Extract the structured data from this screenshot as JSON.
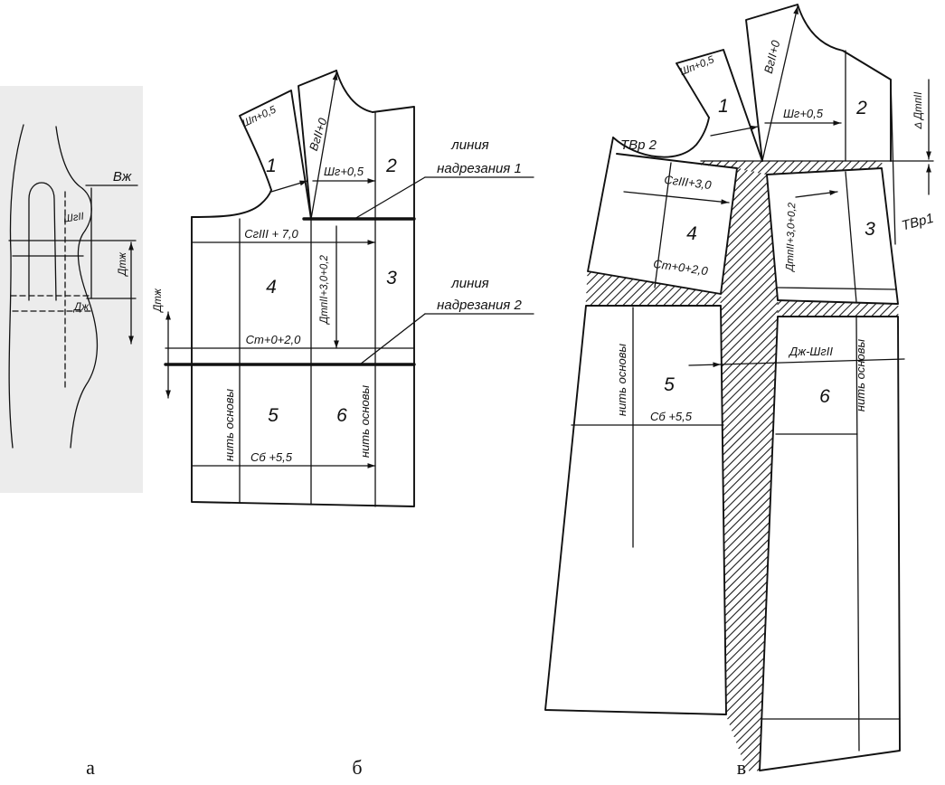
{
  "colors": {
    "line": "#111111",
    "background": "#ffffff",
    "photo_background": "#ececec"
  },
  "figure_a": {
    "caption": "а",
    "labels": {
      "vzh": "Вж",
      "shg": "ШгII",
      "dtzh": "Дтж",
      "dzh": "Дж"
    }
  },
  "figure_b": {
    "caption": "б",
    "pieces": [
      "1",
      "2",
      "3",
      "4",
      "5",
      "6"
    ],
    "labels": {
      "shoulder": "Шп+0,5",
      "bust_height": "ВгII+0",
      "chest_width": "Шг+0,5",
      "chest_girth": "СгIII + 7,0",
      "front_length": "ДтпII+3,0+0,2",
      "waist_length": "Дтж",
      "waist_girth": "Ст+0+2,0",
      "hip_girth": "Сб +5,5",
      "grain_left": "нить основы",
      "grain_right": "нить основы"
    },
    "cut_line_1": [
      "линия",
      "надрезания 1"
    ],
    "cut_line_2": [
      "линия",
      "надрезания 2"
    ]
  },
  "figure_v": {
    "caption": "в",
    "pieces": [
      "1",
      "2",
      "3",
      "4",
      "5",
      "6"
    ],
    "labels": {
      "shoulder": "Шп+0,5",
      "bust_height": "ВгII+0",
      "chest_width": "Шг+0,5",
      "delta_front_length": "Δ ДтпII",
      "armhole_point_2": "ТВр 2",
      "armhole_point_1": "ТВр1",
      "chest_girth": "СгIII+3,0",
      "waist_girth": "Ст+0+2,0",
      "front_length": "ДтпII+3,0+0,2",
      "grain_left": "нить основы",
      "grain_right": "нить основы",
      "hip_girth": "Сб +5,5",
      "belly_extension": "Дж-ШгII"
    }
  }
}
